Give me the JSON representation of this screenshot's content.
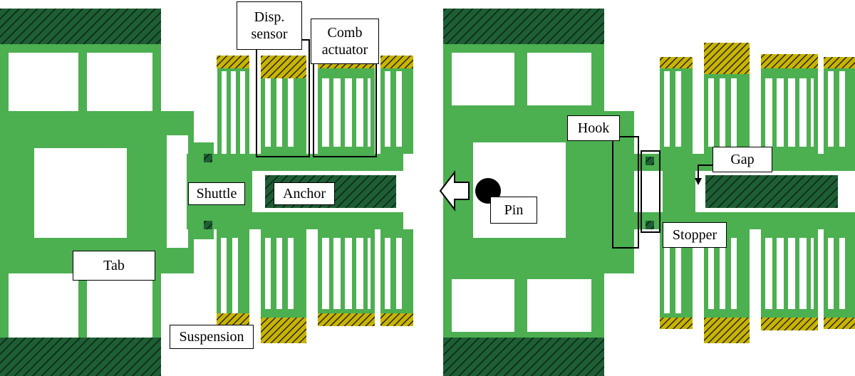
{
  "colors": {
    "structure": "#4CAF50",
    "anchor_dark": "#1E5E34",
    "anchor_yellow": "#C8B400",
    "hatch_line": "#101010",
    "background": "#FFFFFF",
    "outline": "#000000"
  },
  "left_panel": {
    "labels": {
      "disp_sensor": "Disp.\nsensor",
      "comb_actuator": "Comb\nactuator",
      "shuttle": "Shuttle",
      "anchor": "Anchor",
      "tab": "Tab",
      "suspension": "Suspension"
    }
  },
  "right_panel": {
    "labels": {
      "hook": "Hook",
      "gap": "Gap",
      "pin": "Pin",
      "stopper": "Stopper"
    },
    "icons": {
      "pin": "pin-circle-icon",
      "arrow": "arrow-left-icon"
    }
  }
}
